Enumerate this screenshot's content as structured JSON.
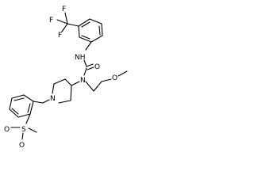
{
  "structure": {
    "atoms": {
      "fluorine_top": "F",
      "fluorine_left": "F",
      "fluorine_mid": "F",
      "nh": "NH",
      "carbonyl_o": "O",
      "urea_n": "N",
      "methoxy_o": "O",
      "piperidine_n": "N",
      "sulfonyl_s": "S",
      "sulfonyl_o_left": "O",
      "sulfonyl_o_bottom": "O"
    }
  }
}
